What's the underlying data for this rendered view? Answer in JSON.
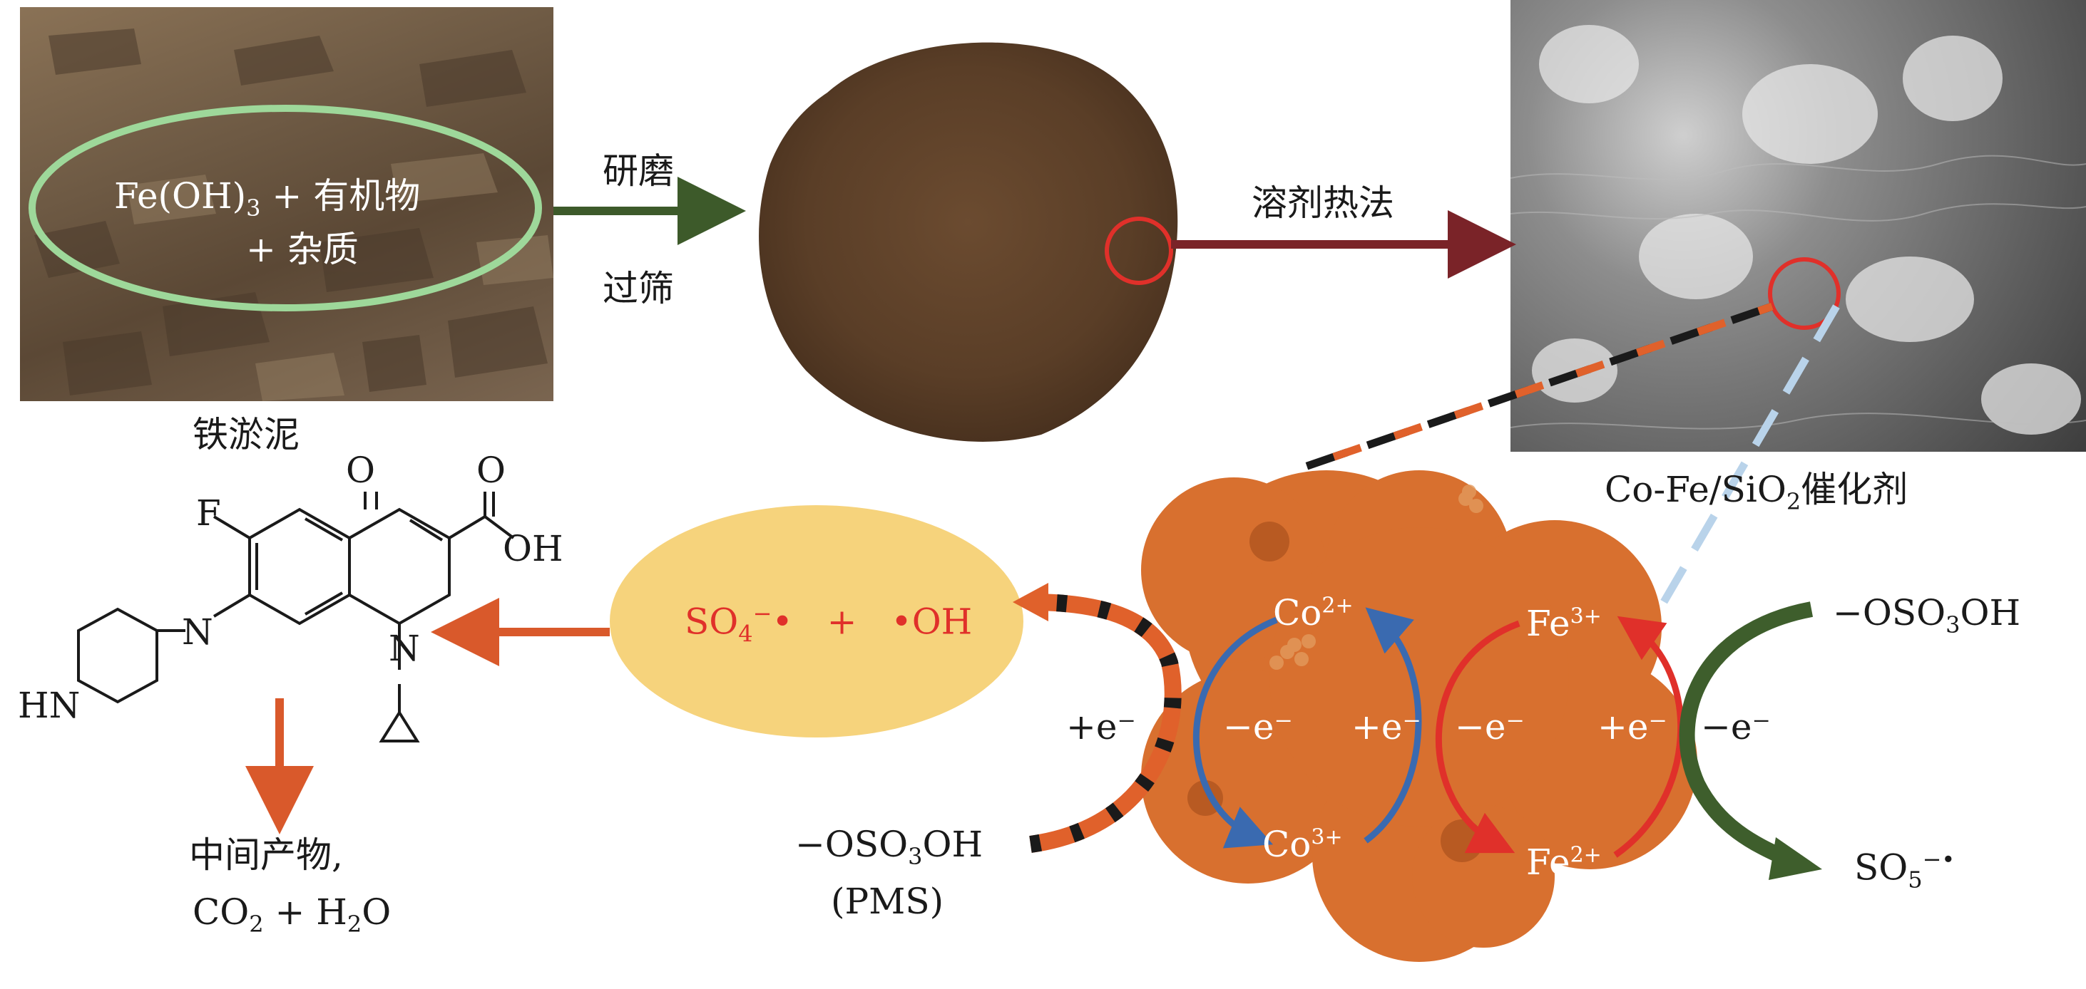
{
  "labels": {
    "sludge_content_line1": "Fe(OH)",
    "sludge_content_sub": "3",
    "sludge_content_line1_rest": " + 有机物",
    "sludge_content_line2": "+ 杂质",
    "sludge_caption": "铁淤泥",
    "step1_top": "研磨",
    "step1_bottom": "过筛",
    "step2": "溶剂热法",
    "catalyst_caption_a": "Co-Fe/SiO",
    "catalyst_caption_sub": "2",
    "catalyst_caption_b": "催化剂",
    "radicals_so4": "SO",
    "radicals_so4_sub": "4",
    "radicals_so4_sup": "−",
    "radicals_dot1": "•",
    "radicals_plus": "+",
    "radicals_oh": "•OH",
    "pms_formula_a": "−OSO",
    "pms_formula_sub": "3",
    "pms_formula_b": "OH",
    "pms_name": "(PMS)",
    "right_pms_a": "−OSO",
    "right_pms_sub": "3",
    "right_pms_b": "OH",
    "so5_a": "SO",
    "so5_sub": "5",
    "so5_sup": "−•",
    "co2plus": "Co",
    "co2plus_sup": "2+",
    "co3plus": "Co",
    "co3plus_sup": "3+",
    "fe3plus": "Fe",
    "fe3plus_sup": "3+",
    "fe2plus": "Fe",
    "fe2plus_sup": "2+",
    "electron_plus_left": "+e⁻",
    "electron_minus_1": "−e⁻",
    "electron_plus_mid": "+e⁻",
    "electron_minus_2": "−e⁻",
    "electron_plus_right": "+e⁻",
    "electron_minus_right": "−e⁻",
    "products_line1": "中间产物,",
    "products_line2_a": "CO",
    "products_line2_sub": "2",
    "products_line2_b": " + H",
    "products_line2_sub2": "2",
    "products_line2_c": "O"
  },
  "molecule": {
    "atom_F": "F",
    "atom_O_top": "O",
    "atom_O_acid": "O",
    "atom_OH": "OH",
    "atom_N_ring": "N",
    "atom_N_pip": "N",
    "atom_HN": "HN"
  },
  "colors": {
    "green_arrow": "#3d5a2a",
    "maroon_arrow": "#7a2328",
    "red_circle": "#e0302a",
    "orange_arrow": "#d9592b",
    "oval_fill": "#f6d37c",
    "flower": "#d8702f",
    "blue_cycle": "#3a6ab0",
    "red_cycle": "#e0302a",
    "dark_green_arrow": "#3e5e2c",
    "ellipse_green": "#9ed89a",
    "light_blue_dash": "#b9d3ea"
  }
}
